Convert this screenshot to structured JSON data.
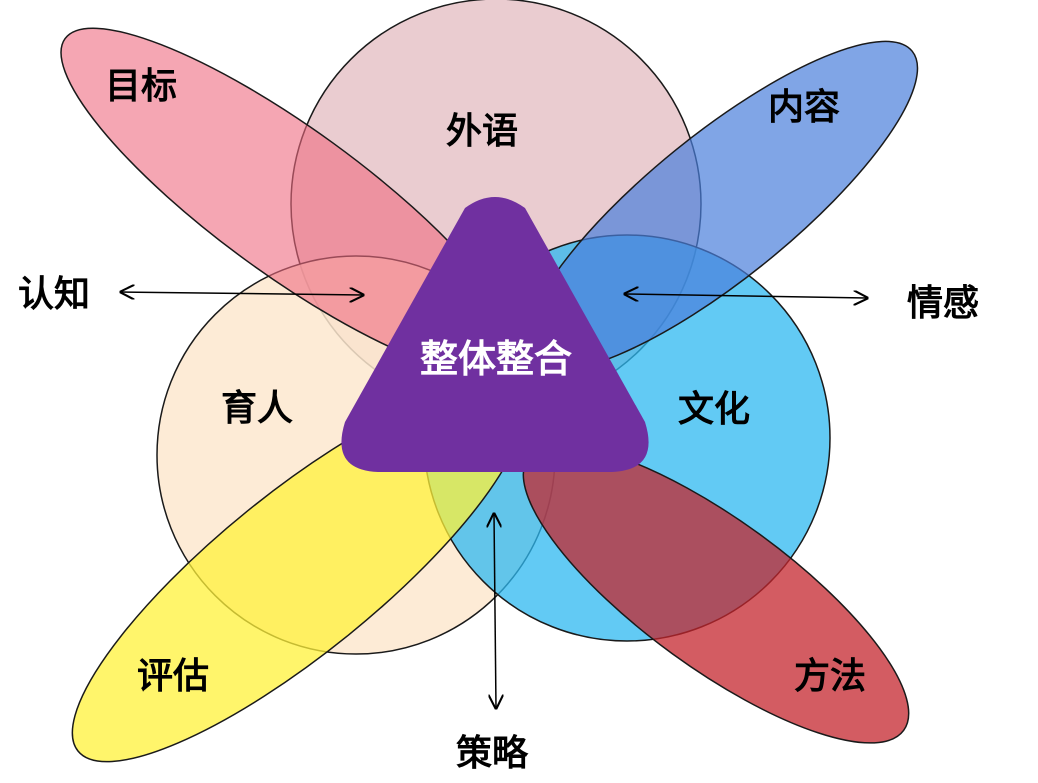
{
  "center": {
    "label": "整体整合",
    "color": "#7030a0"
  },
  "circles": [
    {
      "id": "waiyu",
      "label": "外语",
      "color": "#e6c3c8"
    },
    {
      "id": "yuren",
      "label": "育人",
      "color": "#fde8cf"
    },
    {
      "id": "wenhua",
      "label": "文化",
      "color": "#2eb8f0"
    }
  ],
  "petals": [
    {
      "id": "mubiao",
      "label": "目标",
      "color": "#ee6a80"
    },
    {
      "id": "neirong",
      "label": "内容",
      "color": "#4a7fdc"
    },
    {
      "id": "pinggu",
      "label": "评估",
      "color": "#fff23a"
    },
    {
      "id": "fangfa",
      "label": "方法",
      "color": "#c4262e"
    }
  ],
  "arrows": [
    {
      "id": "renzhi",
      "label": "认知"
    },
    {
      "id": "qinggan",
      "label": "情感"
    },
    {
      "id": "celue",
      "label": "策略"
    }
  ]
}
